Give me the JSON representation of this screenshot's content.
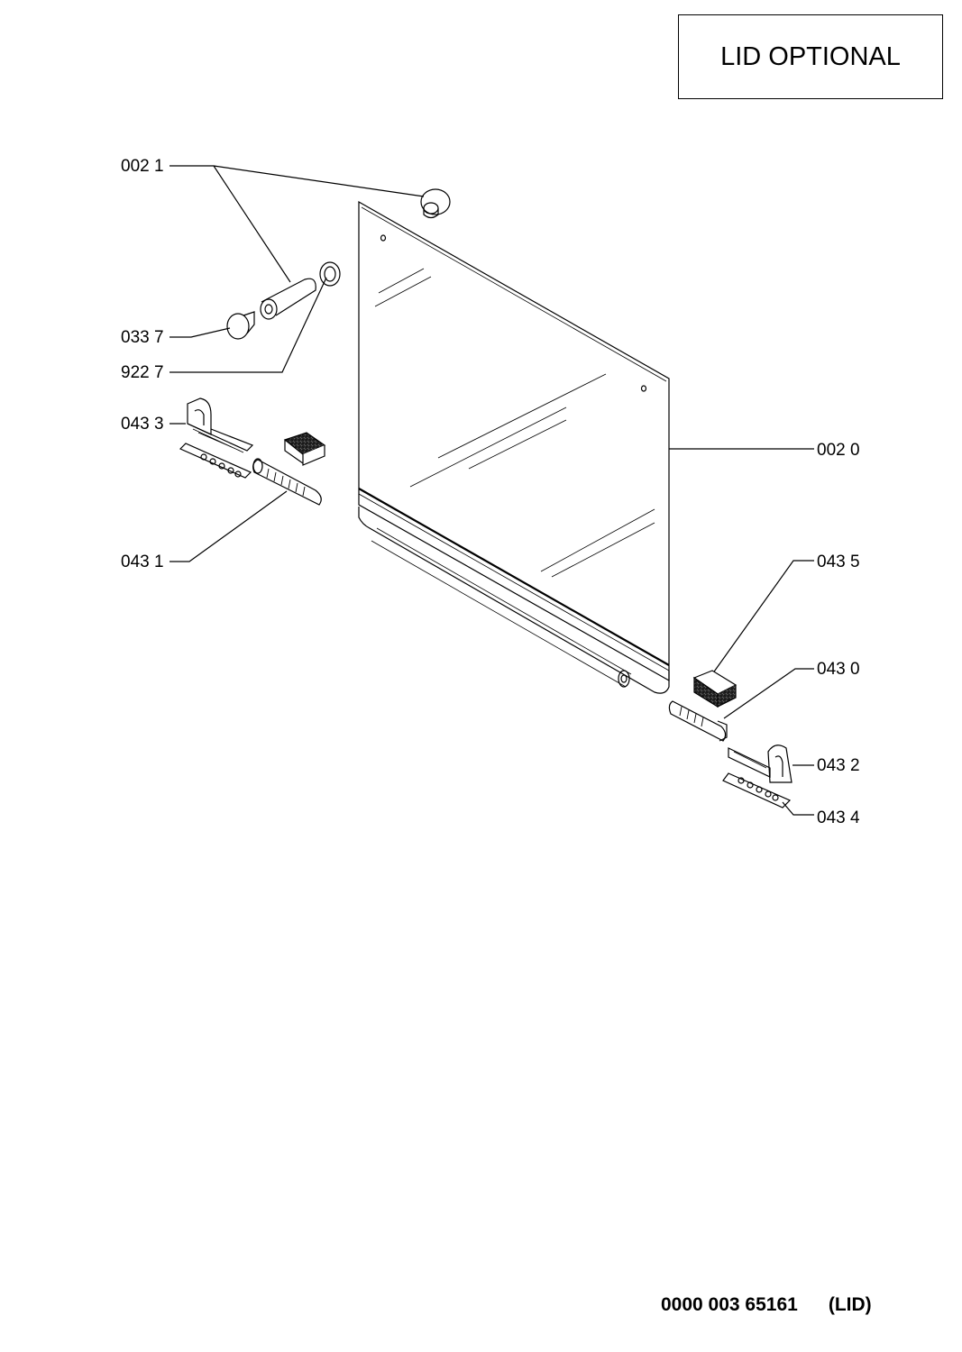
{
  "header": {
    "title": "LID OPTIONAL"
  },
  "callouts": {
    "c0021": "002 1",
    "c0337": "033 7",
    "c9227": "922 7",
    "c0433": "043 3",
    "c0020": "002 0",
    "c0431": "043 1",
    "c0435": "043 5",
    "c0430": "043 0",
    "c0432": "043 2",
    "c0434": "043 4"
  },
  "footer": {
    "document_number": "0000 003 65161",
    "document_tag": "(LID)"
  },
  "colors": {
    "line": "#000000",
    "background": "#ffffff",
    "hatch": "#555555"
  }
}
